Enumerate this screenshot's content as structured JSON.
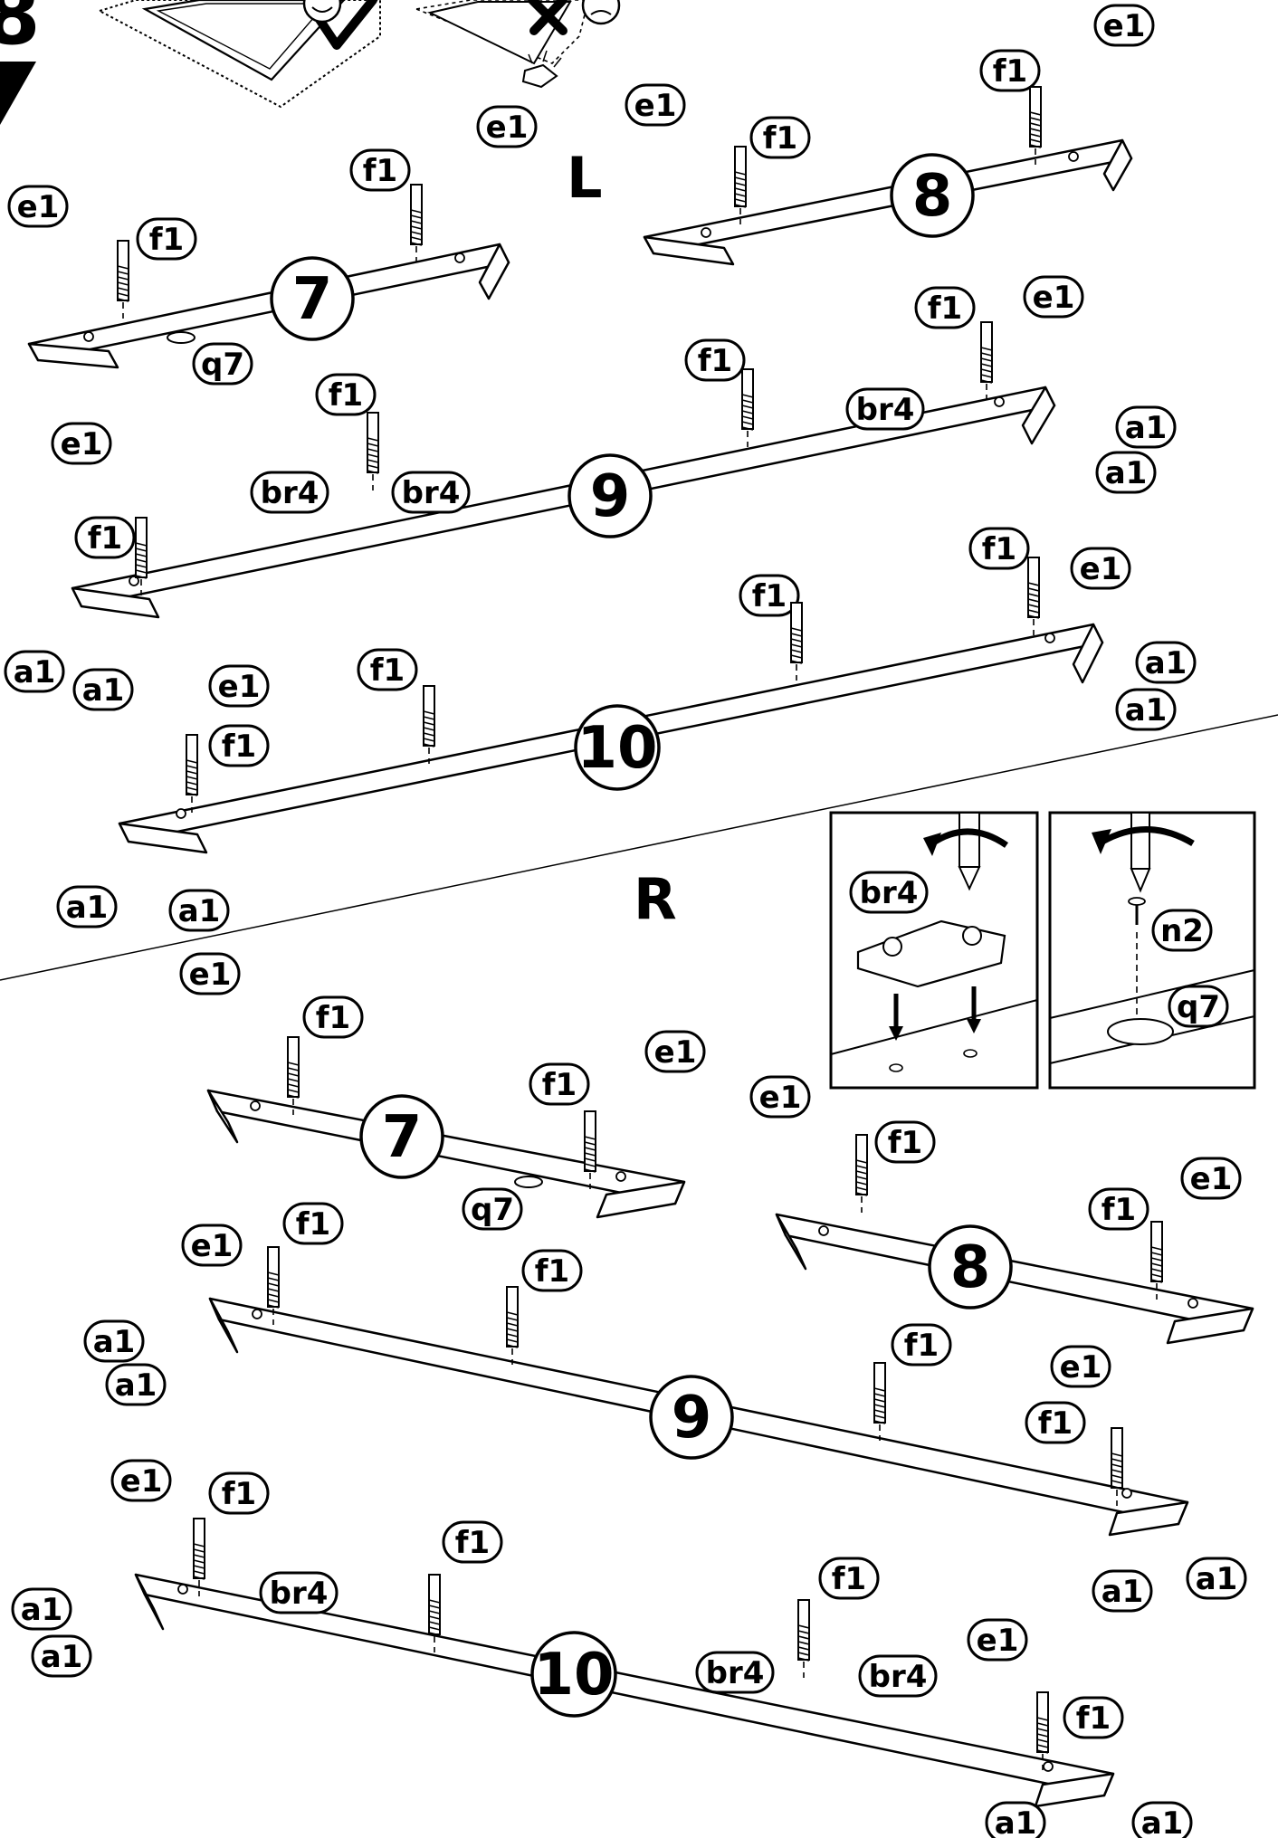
{
  "step": {
    "number": "8"
  },
  "sides": {
    "left": "L",
    "right": "R"
  },
  "labels": {
    "e1": "e1",
    "f1": "f1",
    "a1": "a1",
    "br4": "br4",
    "q7": "q7",
    "n2": "n2"
  },
  "board_numbers": {
    "n7": "7",
    "n8": "8",
    "n9": "9",
    "n10": "10"
  },
  "icons": {
    "correct": "check-mark-icon",
    "wrong": "cross-mark-icon",
    "happy": "happy-face-icon",
    "sad": "sad-face-icon",
    "rotate": "rotate-arrow-icon",
    "screwdriver": "screwdriver-icon"
  }
}
